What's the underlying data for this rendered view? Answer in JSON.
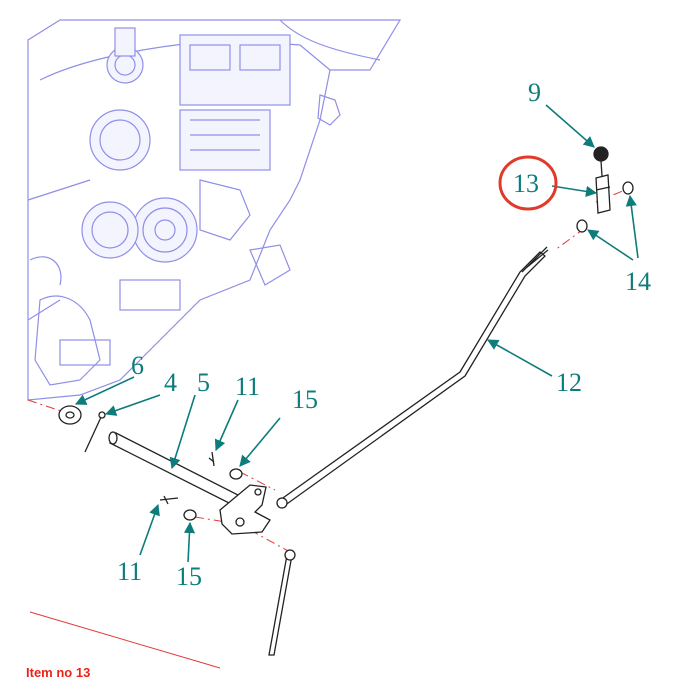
{
  "callouts": {
    "c9": "9",
    "c13": "13",
    "c14": "14",
    "c12": "12",
    "c6": "6",
    "c4": "4",
    "c5": "5",
    "c11a": "11",
    "c15a": "15",
    "c11b": "11",
    "c15b": "15"
  },
  "caption": "Item no 13",
  "colors": {
    "callout": "#0f7c7c",
    "highlight_circle": "#e23a2a",
    "caption": "#e8251a",
    "engine_linework": "#8f8fe8",
    "axis_lines": "#e23a3a"
  }
}
